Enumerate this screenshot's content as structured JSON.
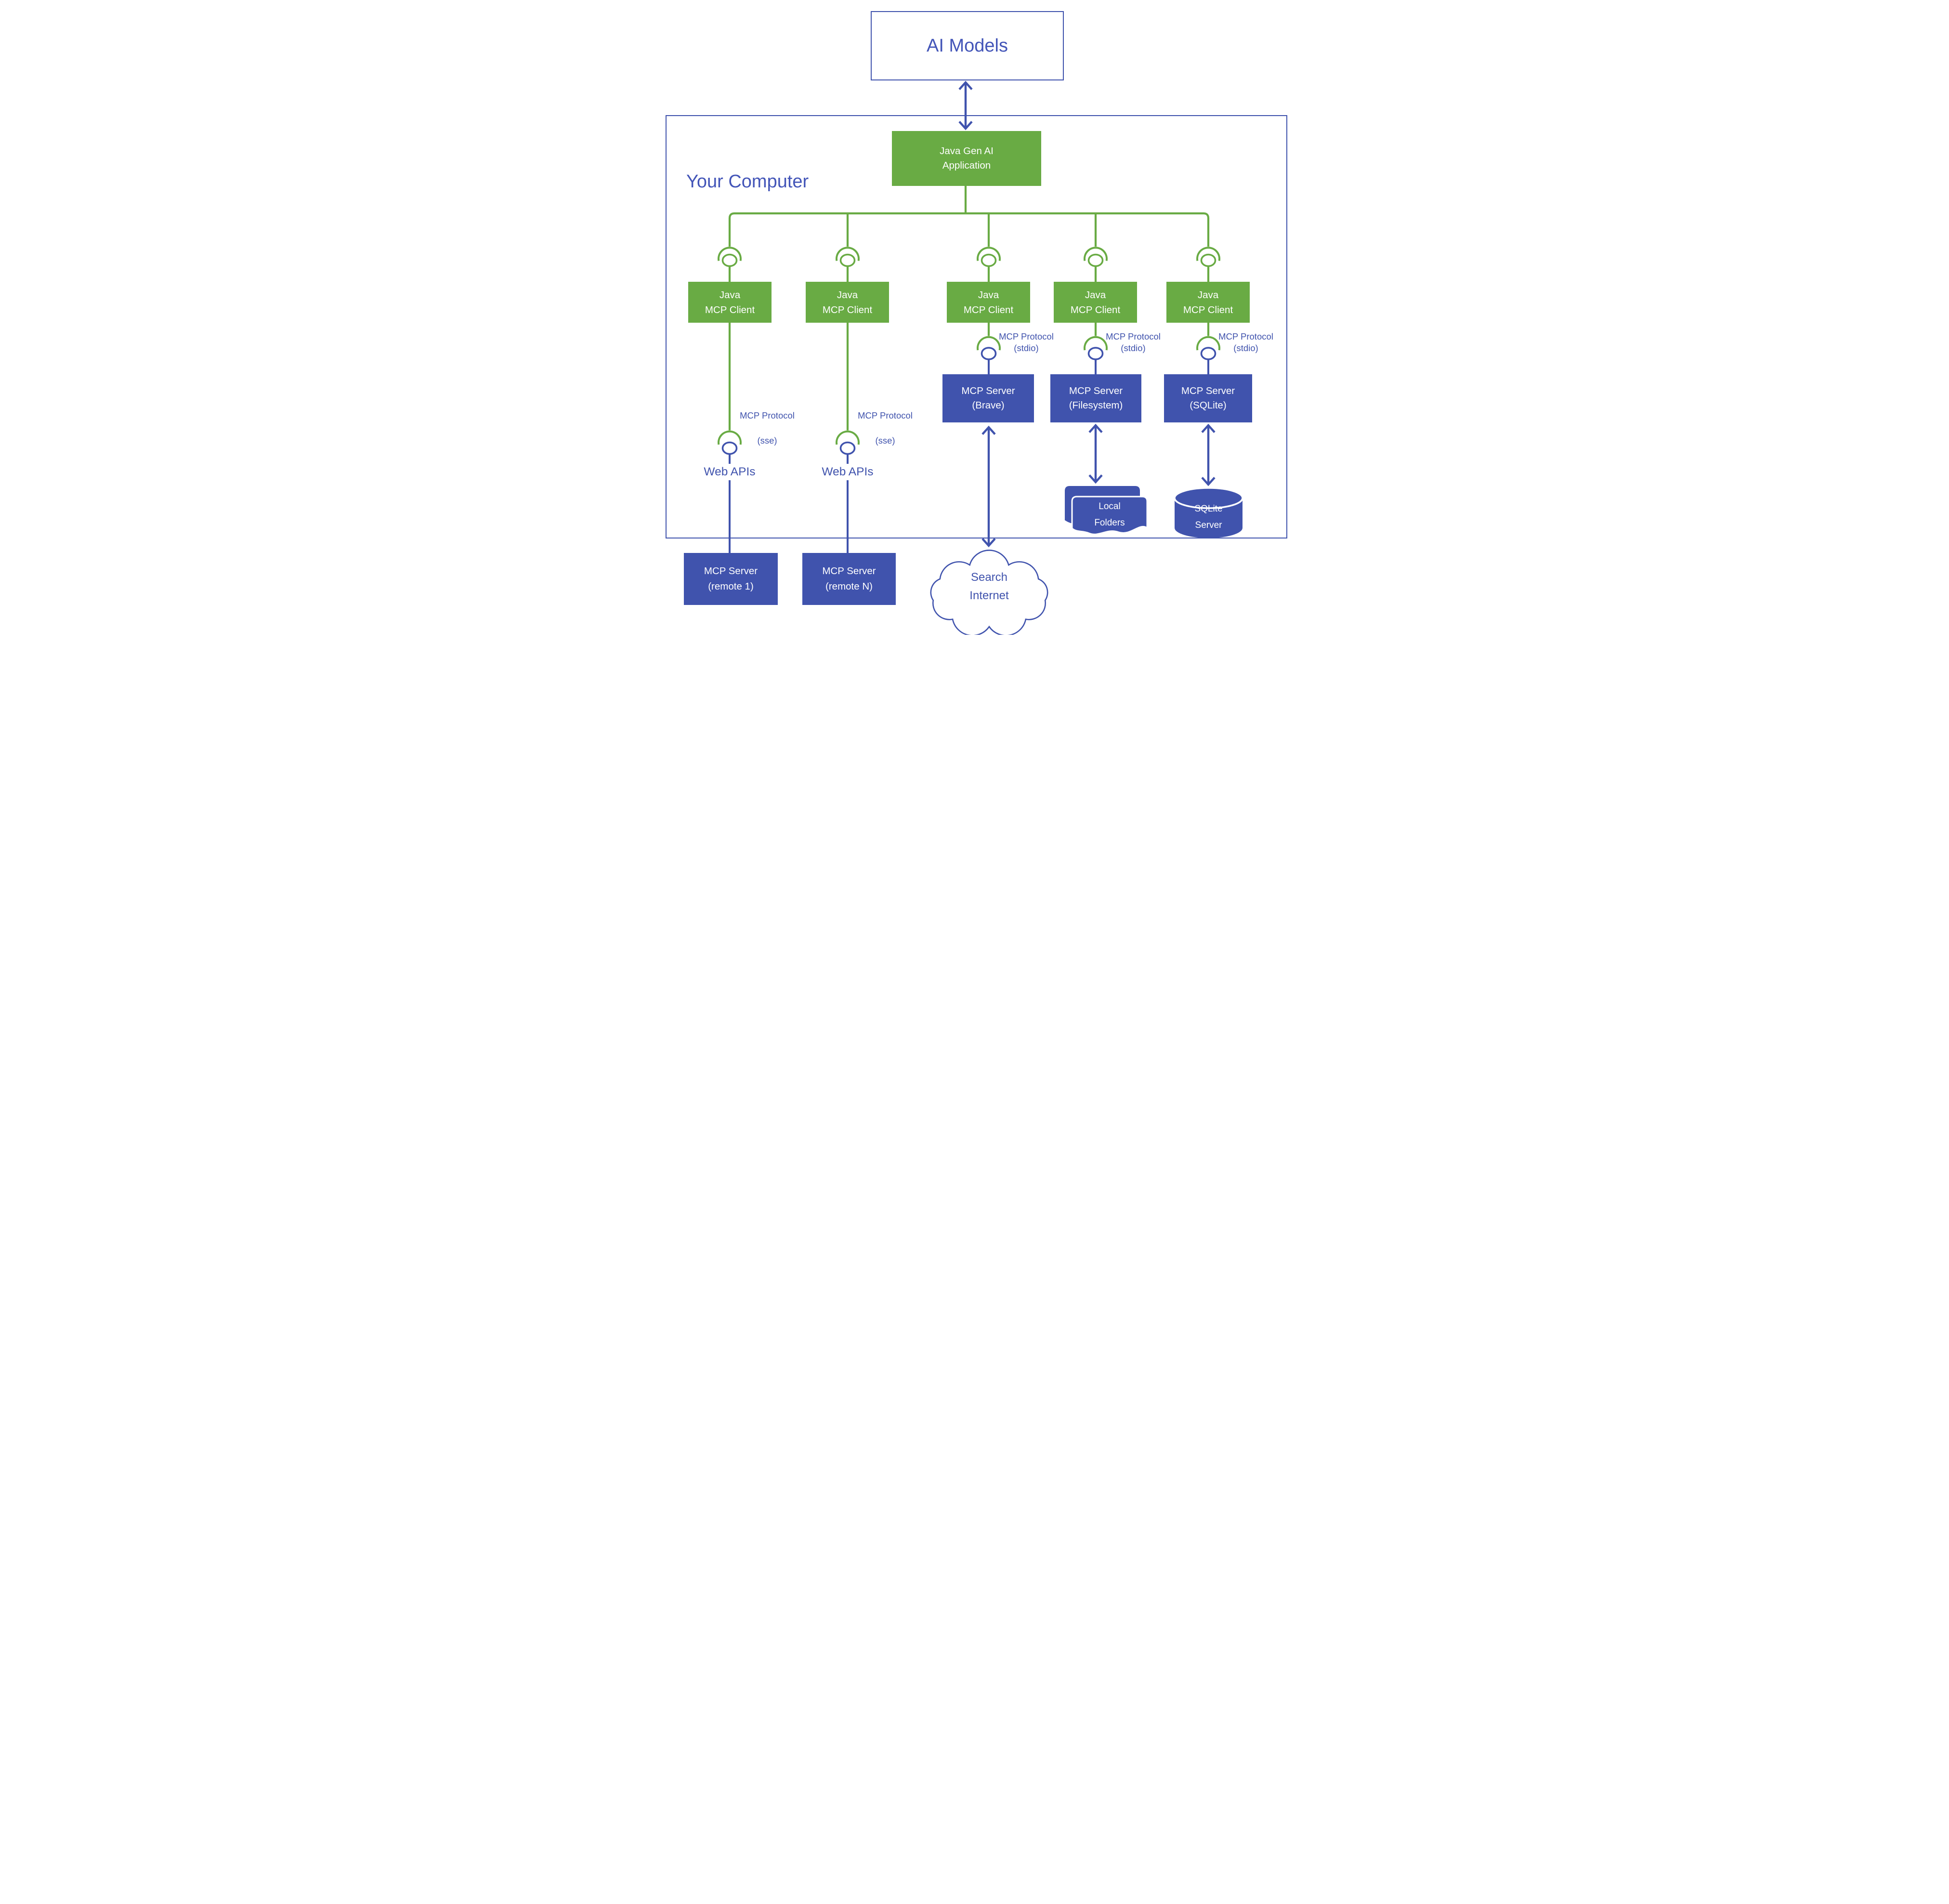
{
  "colors": {
    "green": "#69ab44",
    "indigo": "#4053ad",
    "title_indigo": "#4355b8",
    "background": "#ffffff"
  },
  "ai_models": {
    "label": "AI Models"
  },
  "your_computer": {
    "label": "Your Computer"
  },
  "gen_ai_app": {
    "line1": "Java Gen AI",
    "line2": "Application"
  },
  "mcp_client": {
    "line1": "Java",
    "line2": "MCP Client"
  },
  "protocols": {
    "sse": {
      "line1": "MCP Protocol",
      "line2": "(sse)"
    },
    "stdio": {
      "line1": "MCP Protocol",
      "line2": "(stdio)"
    }
  },
  "web_apis": {
    "label": "Web APIs"
  },
  "servers": {
    "brave": {
      "line1": "MCP Server",
      "line2": "(Brave)"
    },
    "filesystem": {
      "line1": "MCP Server",
      "line2": "(Filesystem)"
    },
    "sqlite": {
      "line1": "MCP Server",
      "line2": "(SQLite)"
    },
    "remote_1": {
      "line1": "MCP Server",
      "line2": "(remote 1)"
    },
    "remote_n": {
      "line1": "MCP Server",
      "line2": "(remote N)"
    }
  },
  "storage": {
    "local_folders": {
      "line1": "Local",
      "line2": "Folders"
    },
    "sqlite_server": {
      "line1": "SQLite",
      "line2": "Server"
    }
  },
  "cloud": {
    "line1": "Search",
    "line2": "Internet"
  },
  "icons": {
    "connector": "mcp-socket-icon",
    "folders": "local-folders-icon",
    "database": "sqlite-database-icon",
    "cloud": "internet-cloud-icon",
    "arrow": "double-arrow-icon"
  }
}
